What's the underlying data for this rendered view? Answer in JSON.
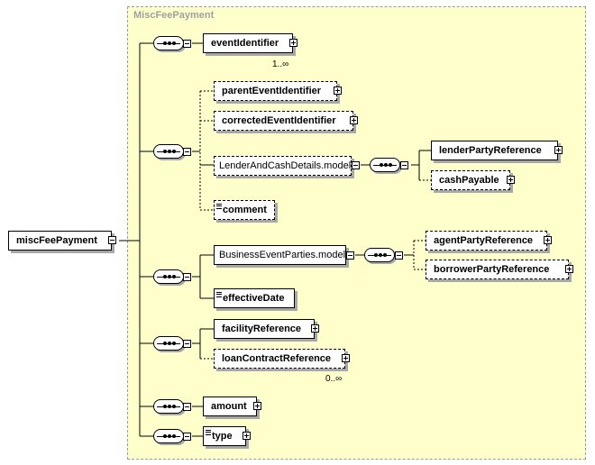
{
  "diagram": {
    "group_title": "MiscFeePayment",
    "root": "miscFeePayment",
    "elements": {
      "event_identifier": "eventIdentifier",
      "parent_event_identifier": "parentEventIdentifier",
      "corrected_event_identifier": "correctedEventIdentifier",
      "lender_and_cash_details": "LenderAndCashDetails.model",
      "lender_party_reference": "lenderPartyReference",
      "cash_payable": "cashPayable",
      "comment": "comment",
      "business_event_parties": "BusinessEventParties.model",
      "agent_party_reference": "agentPartyReference",
      "borrower_party_reference": "borrowerPartyReference",
      "effective_date": "effectiveDate",
      "facility_reference": "facilityReference",
      "loan_contract_reference": "loanContractReference",
      "amount": "amount",
      "type": "type"
    },
    "cardinalities": {
      "event_identifier": "1..∞",
      "loan_contract_reference": "0..∞"
    },
    "colors": {
      "group_fill": "#ffffcc",
      "group_border": "#9a9a9a",
      "shadow": "#a8a8a8"
    }
  }
}
